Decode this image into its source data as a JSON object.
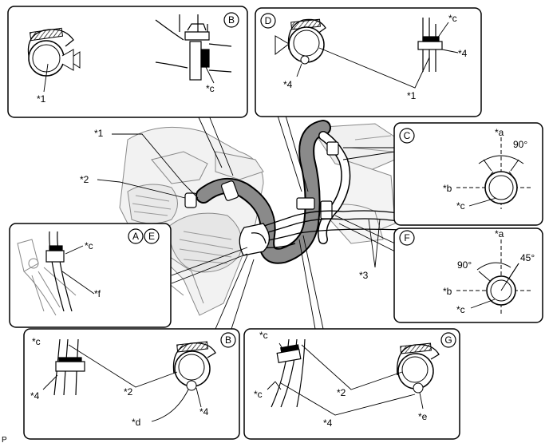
{
  "panels": {
    "top_left": {
      "badge": "B",
      "labels": [
        "*1",
        "*c"
      ]
    },
    "top_mid": {
      "badge": "D",
      "labels": [
        "*c",
        "*4",
        "*4",
        "*1"
      ]
    },
    "right_c": {
      "badge": "C",
      "labels": [
        "*a",
        "90°",
        "*b",
        "*c"
      ]
    },
    "right_f": {
      "badge": "F",
      "labels": [
        "*a",
        "45°",
        "90°",
        "*b",
        "*c"
      ]
    },
    "left_ae": {
      "badges": [
        "A",
        "E"
      ],
      "labels": [
        "*c",
        "*f"
      ]
    },
    "bottom_left": {
      "badge": "B",
      "labels": [
        "*c",
        "*4",
        "*2",
        "*d",
        "*4"
      ]
    },
    "bottom_right": {
      "badge": "G",
      "labels": [
        "*c",
        "*c",
        "*2",
        "*4",
        "*e"
      ]
    }
  },
  "main_labels": [
    "*1",
    "*2",
    "*3"
  ],
  "figure_code": "P"
}
